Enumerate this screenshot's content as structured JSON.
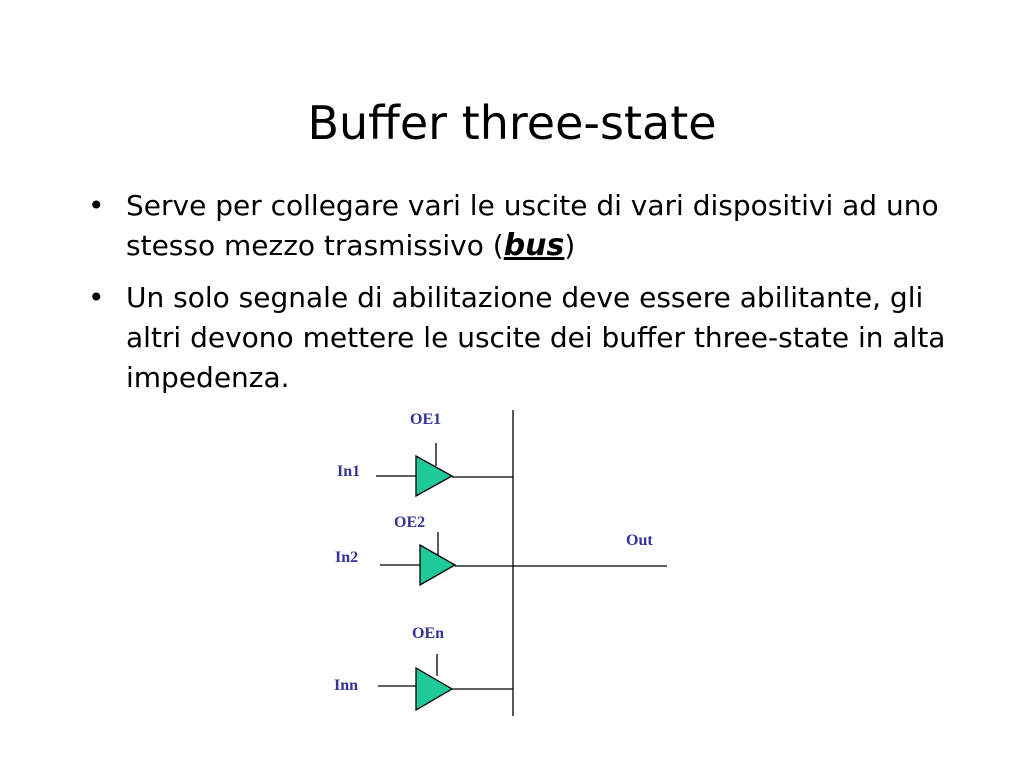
{
  "slide": {
    "title": "Buffer three-state",
    "bullet_char": "•",
    "bullets": [
      {
        "text_before": "Serve per collegare vari le uscite di vari dispositivi ad uno stesso mezzo trasmissivo (",
        "emphasis": "bus",
        "text_after": ")"
      },
      {
        "text": "Un solo segnale di abilitazione deve essere abilitante, gli altri devono mettere le uscite dei buffer three-state in alta impedenza."
      }
    ]
  },
  "diagram": {
    "labels": {
      "oe1": "OE1",
      "in1": "In1",
      "oe2": "OE2",
      "in2": "In2",
      "out": "Out",
      "oen": "OEn",
      "inn": "Inn"
    },
    "colors": {
      "buffer_fill": "#1fc99a",
      "label": "#333399",
      "wire": "#000000"
    }
  }
}
